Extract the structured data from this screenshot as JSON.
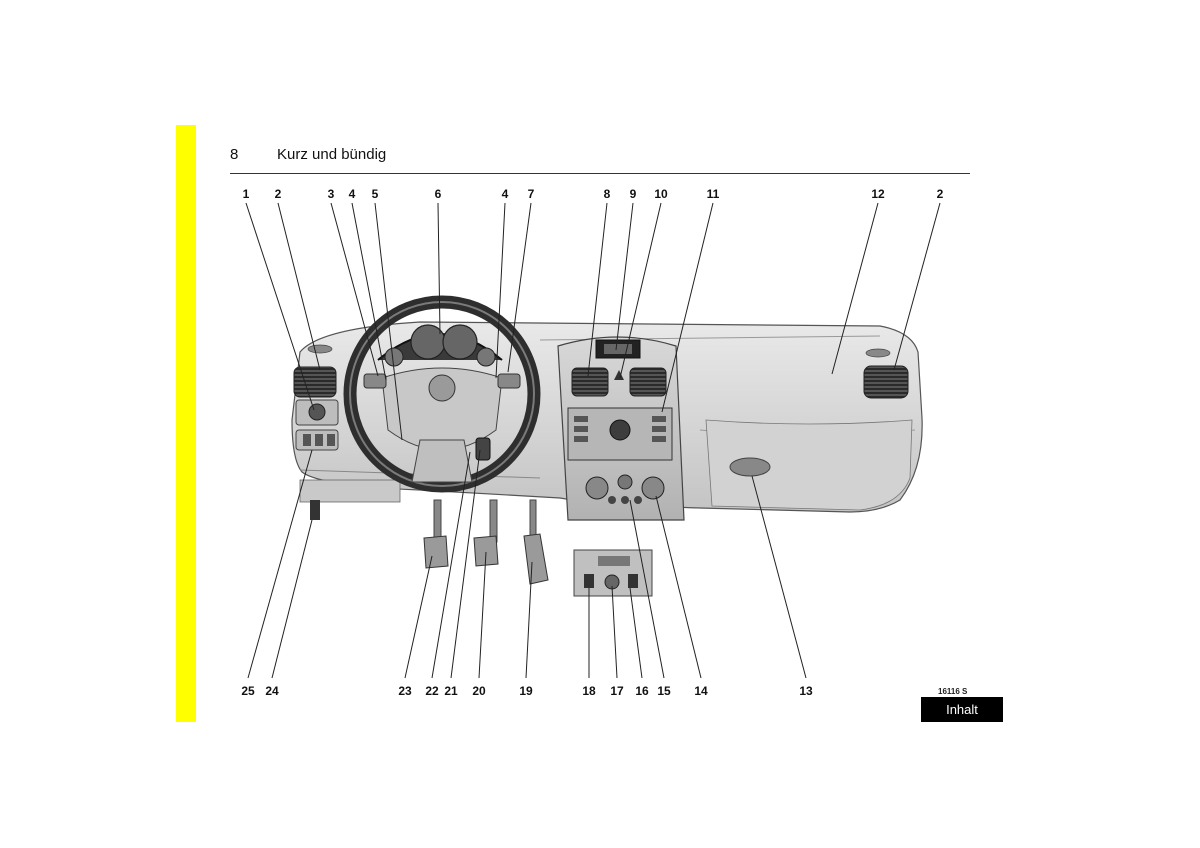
{
  "header": {
    "page_number": "8",
    "title": "Kurz und bündig"
  },
  "figure": {
    "top_labels": [
      "1",
      "2",
      "3",
      "4",
      "5",
      "6",
      "4",
      "7",
      "8",
      "9",
      "10",
      "11",
      "12",
      "2"
    ],
    "bottom_labels": [
      "25",
      "24",
      "23",
      "22",
      "21",
      "20",
      "19",
      "18",
      "17",
      "16",
      "15",
      "14",
      "13"
    ],
    "code": "16116 S"
  },
  "nav": {
    "inhalt_label": "Inhalt"
  },
  "colors": {
    "side_strip": "#ffff00",
    "button_bg": "#000000",
    "dashboard_gray": "#d6d6d6"
  }
}
